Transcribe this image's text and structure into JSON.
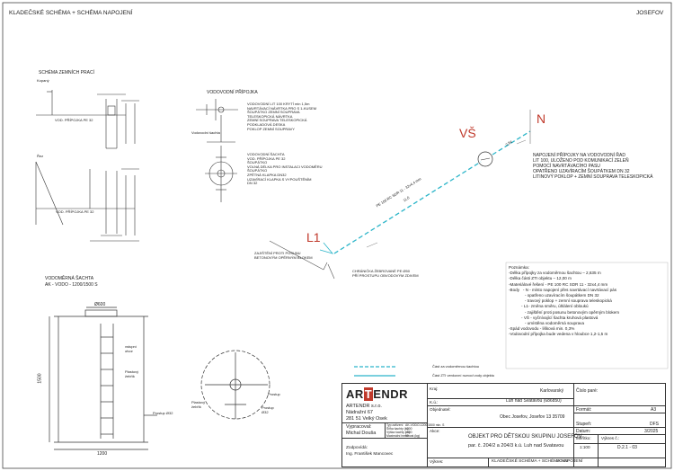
{
  "header": {
    "title": "KLADEČSKÉ SCHÉMA + SCHÉMA NAPOJENÍ",
    "location": "JOSEFOV"
  },
  "left": {
    "zemni_title": "SCHÉMA ZEMNÍCH PRACÍ",
    "label_kopaka": "Kopaný",
    "label_rez": "Řez",
    "label_pripojka1": "VOD. PŘÍPOJKA PE 32",
    "label_pripojka2": "VOD. PŘÍPOJKA PE 32",
    "sachta_title": "VODOMĚRNÁ ŠACHTA",
    "sachta_subtitle": "AK - VODO - 1200/1500 S",
    "dim_600": "Ø600",
    "label_vstupni": "vstupní\notvor",
    "label_plastovy": "Plastový\nžebřík",
    "dim_1500": "1500",
    "label_prostup": "Prostup Ø32",
    "dim_1200": "1200"
  },
  "middle": {
    "pripojka_title": "VODOVODNÍ PŘÍPOJKA",
    "notes_top": [
      "VODOVODNÍ LIT 100 KRYTÍ min 1,5m",
      "NAVRTÁVACÍ NÁVRTKA PRO S 1-KUSEM",
      "ŠOUPÁTKO ZEMNÍ SOUPRAVA",
      "TELESKOPICKÁ NÁVRTKA",
      "ZEMNÍ SOUPRAVA TELESKOPICKÁ",
      "PODKLADOVÁ DESKA",
      "POKLOP ZEMNÍ SOUPRAVY"
    ],
    "label_vodovod_sachta": "Vodovodní šachta",
    "notes_mid": [
      "VODOVODNÍ ŠACHTA",
      "VOD. PŘÍPOJKA PE 32",
      "ŠOUPÁTKO",
      "VOLNÁ DÉLKA PRO INSTALACI VODOMĚRU",
      "ŠOUPÁTKO",
      "ZPĚTNÁ KLAPKA DN32",
      "UZAVÍRACÍ KLAPKA S VYPOUŠTĚNÍM",
      "DN 32"
    ],
    "label_prostup": "Prostup",
    "label_plastovy": "Plastový\nžebřík",
    "label_prostup32": "Prostup\nØ32"
  },
  "plan": {
    "L1": "L1",
    "VS": "VŠ",
    "N": "N",
    "pipe_label": "PE 100 RC SDR 11 - 32x4,4 mm",
    "length_label": "11,0",
    "dim_284": "2,84",
    "zajisteni": "ZAJIŠTĚNÍ PROTI POSUNU\nBETONOVÝM OPĚRNÝM BLOKEM",
    "chranicka": "CHRÁNIČKA ŽEBROVANÉ PE Ø50\nPŘÍ PROSTUPU OBVODOVÝM ZDIVEM",
    "napojeni": [
      "NAPOJENÍ PŘÍPOJKY NA VODOVODNÍ ŘAD",
      "LIT 100, ULOŽENO POD KOMUNIKACÍ ZELEŇ",
      "POMOCÍ NAVRTÁVACÍHO PASU",
      "OPATŘENO UZAVÍRACÍM ŠOUPÁTKEM DN 32",
      "LITINOVÝ POKLOP + ZEMNÍ SOUPRAVA TELESKOPICKÁ"
    ]
  },
  "notes": {
    "lines": [
      "Poznámka:",
      "-Délka přípojky za vodoměrnou šachtou – 2,635 m",
      "-Délka části ZTI objektu – 12,00 m",
      "",
      "-Materiálové řešení - PE 100 RC SDR 11 - 32x4,4 mm",
      "",
      "-Body   - N - místo napojení přes navrtávací navrtávací pás",
      "              - opatřeno uzavíracím šoupátkem DN 32",
      "              - travový poklop + zemní souprava teleskopická",
      "           - L1- změna směru, úhlálení obloukú",
      "              - zajištění proti posunu betonovým opěrným blokem",
      "           - VŠ - vyčnívající šachta kruhová plastová",
      "              - umístěna vodoměrná souprava",
      "",
      "-Spád vodovodu - lišková min. 0,3%",
      "",
      "-Vodovodní přípojka bude vedena v hloubce 1,2-1,5 m"
    ]
  },
  "legend": {
    "item1": "Část za vodoměrnou šachtou",
    "item2": "Část ZTI venkovní rozvod vody objektu"
  },
  "titleblock": {
    "logo_left": "AR",
    "logo_mark": "T",
    "logo_right": "ENDR",
    "company_lines": [
      "ARTENDR s.r.o.",
      "Nádražní 67",
      "281 51 Velký Osek"
    ],
    "vypracoval_label": "Vypracoval:",
    "vypracoval": "Michal Douša",
    "zodpovida_label": "Zodpovídá:",
    "zodpovida": "Ing. František Mancovec",
    "table": [
      [
        "Typ zařízení",
        "AK-VODO-1200/1500 min. S"
      ],
      [
        "Šířka šachty (m)",
        "1200"
      ],
      [
        "Výška šachty (m)",
        "1500"
      ],
      [
        "Maximální hmotnost (kg)",
        "90"
      ]
    ],
    "kraj_label": "Kraj:",
    "kraj": "Karlovarský",
    "ku_label": "K.ú.:",
    "ku": "Luh nad Svatavou (686850)",
    "cislo_label": "Číslo paré:",
    "objednatel_label": "Objednatel:",
    "objednatel": "Obec Josefov, Josefov 13 35709",
    "format_label": "Formát:",
    "format": "A3",
    "akce_label": "Akce:",
    "akce_line1": "OBJEKT PRO DĚTSKOU SKUPINU JOSEFOV",
    "akce_line2": "par. č. 204/2 a 204/3 k.ú. Luh nad Svatavou",
    "stupen_label": "Stupeň:",
    "stupen": "DFS",
    "datum_label": "Datum:",
    "datum": "3/2025",
    "meritko_label": "Měřítko:",
    "meritko": "1:100",
    "vykres_label": "Výkres:",
    "vykres": "KLADEČSKÉ SCHÉMA + SCHÉMA NAPOJENÍ",
    "vykres_num": "SO 02",
    "vykres_c_label": "Výkres č.:",
    "vykres_c": "D.2.1 - 03"
  }
}
